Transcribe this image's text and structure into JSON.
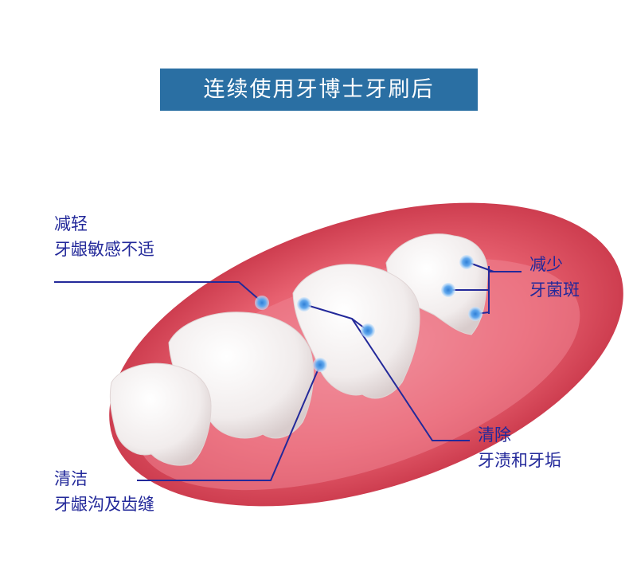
{
  "title": "连续使用牙博士牙刷后",
  "callouts": {
    "top_left": {
      "line1": "减轻",
      "line2": "牙龈敏感不适"
    },
    "top_right": {
      "line1": "减少",
      "line2": "牙菌斑"
    },
    "mid_right": {
      "line1": "清除",
      "line2": "牙渍和牙垢"
    },
    "bottom_left": {
      "line1": "清洁",
      "line2": "牙龈沟及齿缝"
    }
  },
  "colors": {
    "banner": "#2a6fa3",
    "label_text": "#23299a",
    "leader_line": "#23299a",
    "gum": "#e05a6c",
    "tooth": "#f4f1f1",
    "marker": "#5aa8e8"
  }
}
